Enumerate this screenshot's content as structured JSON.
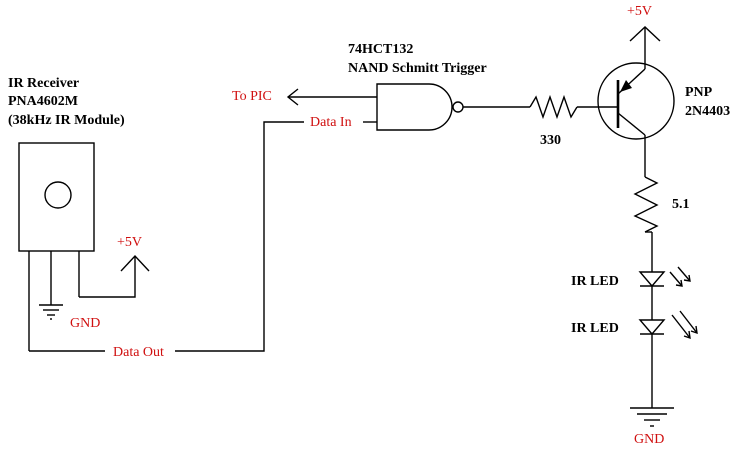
{
  "labels": {
    "ir_receiver_title": "IR Receiver",
    "ir_receiver_part": "PNA4602M",
    "ir_receiver_desc": "(38kHz IR Module)",
    "vcc_receiver": "+5V",
    "gnd_receiver": "GND",
    "data_out": "Data Out",
    "data_in": "Data In",
    "to_pic": "To PIC",
    "gate_part": "74HCT132",
    "gate_desc": "NAND Schmitt Trigger",
    "resistor_base": "330",
    "vcc_top": "+5V",
    "transistor_type": "PNP",
    "transistor_part": "2N4403",
    "resistor_led": "5.1",
    "led1": "IR LED",
    "led2": "IR LED",
    "gnd_bottom": "GND"
  },
  "colors": {
    "wire": "#000000",
    "label_red": "#d01010",
    "label_black": "#000000"
  }
}
